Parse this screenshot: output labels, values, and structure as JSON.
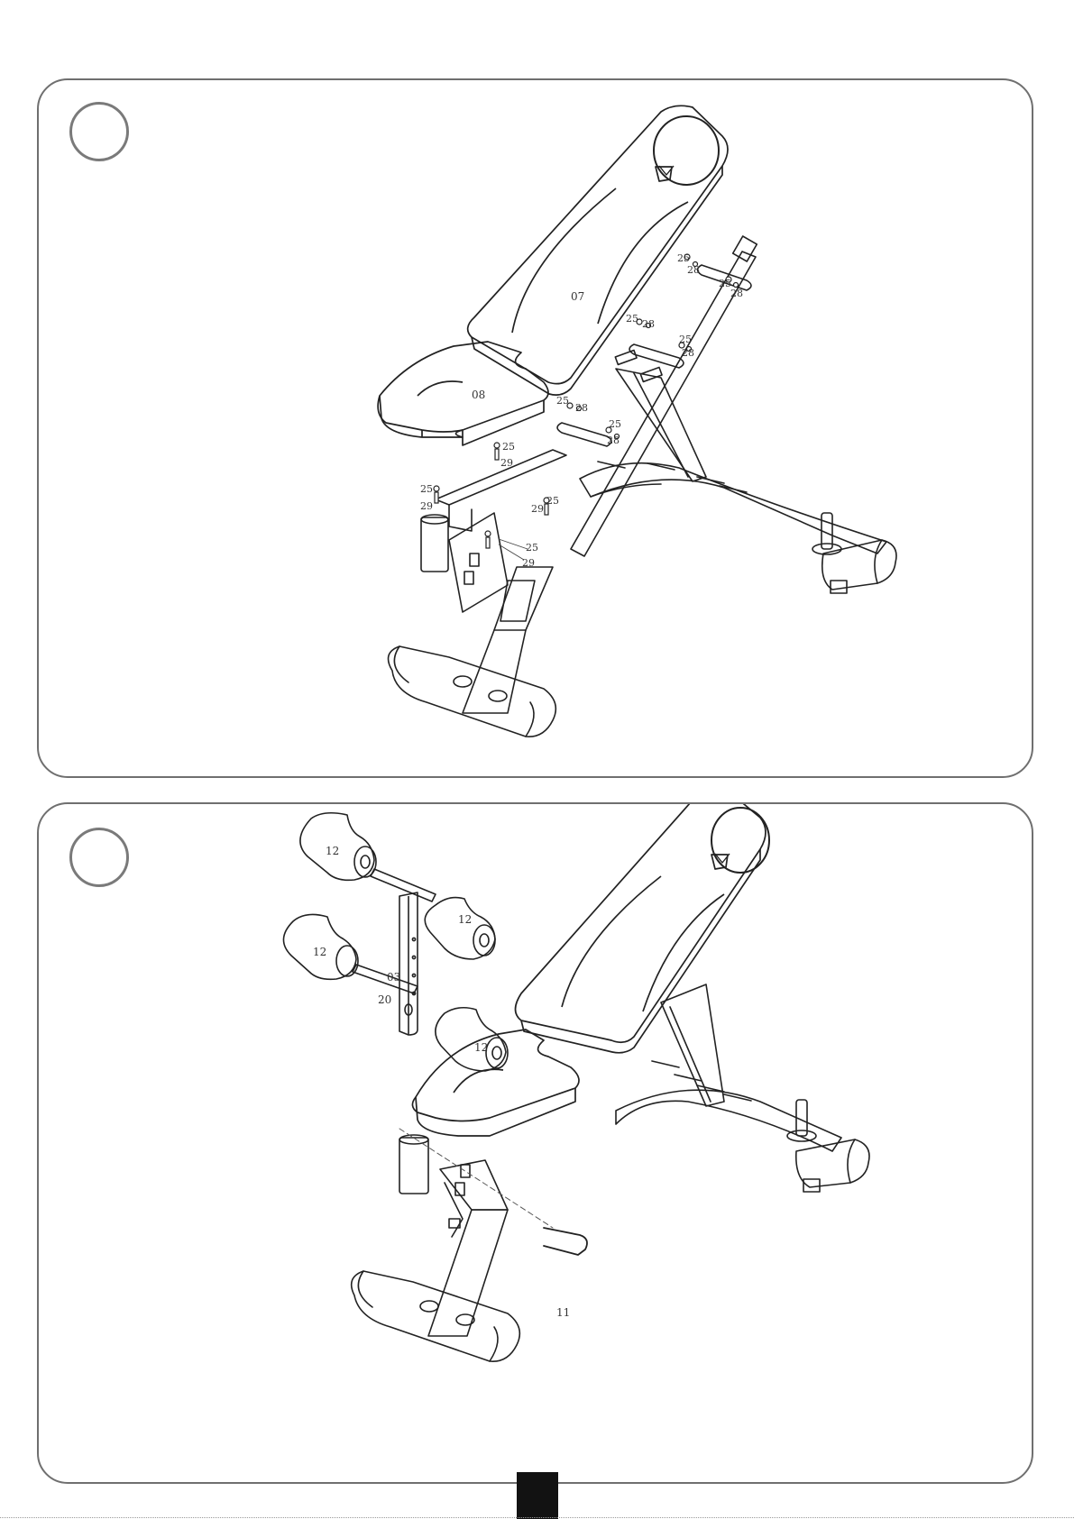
{
  "page": {
    "number": ""
  },
  "steps": [
    {
      "number": "",
      "labels": {
        "seat_back": "07",
        "seat": "08",
        "washer": "25",
        "bolt_short": "28",
        "bolt_long": "29"
      }
    },
    {
      "number": "",
      "labels": {
        "foam_roller": "12",
        "leg_tube": "03",
        "roller_axle": "20",
        "lock_pin": "11"
      }
    }
  ]
}
